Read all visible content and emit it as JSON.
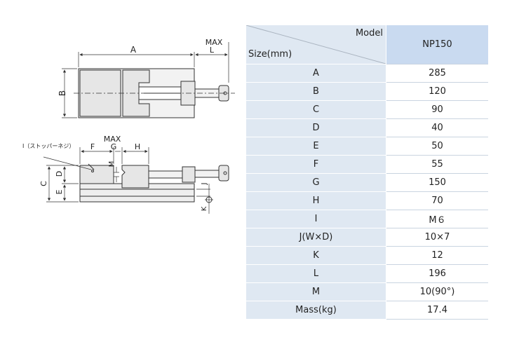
{
  "drawing": {
    "top_view": {
      "dim_A": "A",
      "dim_B": "B",
      "dim_max": "MAX",
      "dim_L": "L"
    },
    "side_view": {
      "label_I": "I（ストッパーネジ）",
      "dim_F": "F",
      "dim_max": "MAX",
      "dim_G": "G",
      "dim_H": "H",
      "dim_C": "C",
      "dim_D": "D",
      "dim_E": "E",
      "dim_M": "M",
      "dim_J": "J",
      "dim_K": "K"
    }
  },
  "table": {
    "header_model": "Model",
    "header_size": "Size(mm)",
    "model_name": "NP150",
    "rows": [
      {
        "label": "A",
        "value": "285"
      },
      {
        "label": "B",
        "value": "120"
      },
      {
        "label": "C",
        "value": "90"
      },
      {
        "label": "D",
        "value": "40"
      },
      {
        "label": "E",
        "value": "50"
      },
      {
        "label": "F",
        "value": "55"
      },
      {
        "label": "G",
        "value": "150"
      },
      {
        "label": "H",
        "value": "70"
      },
      {
        "label": "I",
        "value": "M６"
      },
      {
        "label": "J(W×D)",
        "value": "10×7"
      },
      {
        "label": "K",
        "value": "12"
      },
      {
        "label": "L",
        "value": "196"
      },
      {
        "label": "M",
        "value": "10(90°)"
      },
      {
        "label": "Mass(kg)",
        "value": "17.4"
      }
    ]
  }
}
